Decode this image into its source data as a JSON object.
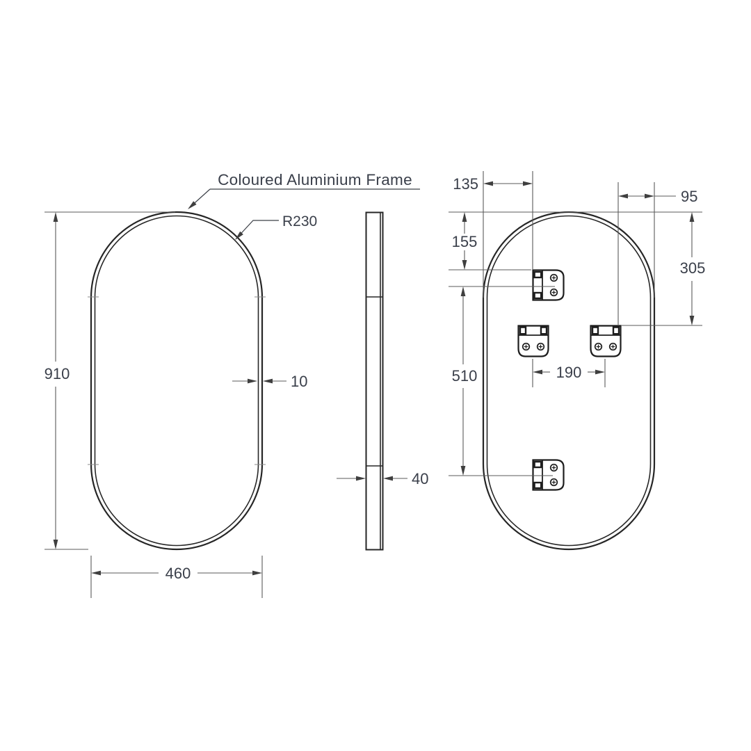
{
  "drawing": {
    "callouts": {
      "frame_material": "Coloured Aluminium Frame",
      "corner_radius": "R230"
    },
    "dimensions": {
      "overall_height": "910",
      "overall_width": "460",
      "frame_face_thickness": "10",
      "frame_depth": "40",
      "top_bracket_inset_x": "135",
      "top_bracket_inset_y": "155",
      "bracket_vertical_centres": "510",
      "side_bracket_inset_x": "95",
      "side_bracket_inset_y": "305",
      "bracket_horizontal_centres": "190"
    },
    "colors": {
      "object_line": "#262626",
      "dimension_line": "#5a5a5a",
      "text": "#3a3f4a",
      "background": "#ffffff"
    }
  }
}
